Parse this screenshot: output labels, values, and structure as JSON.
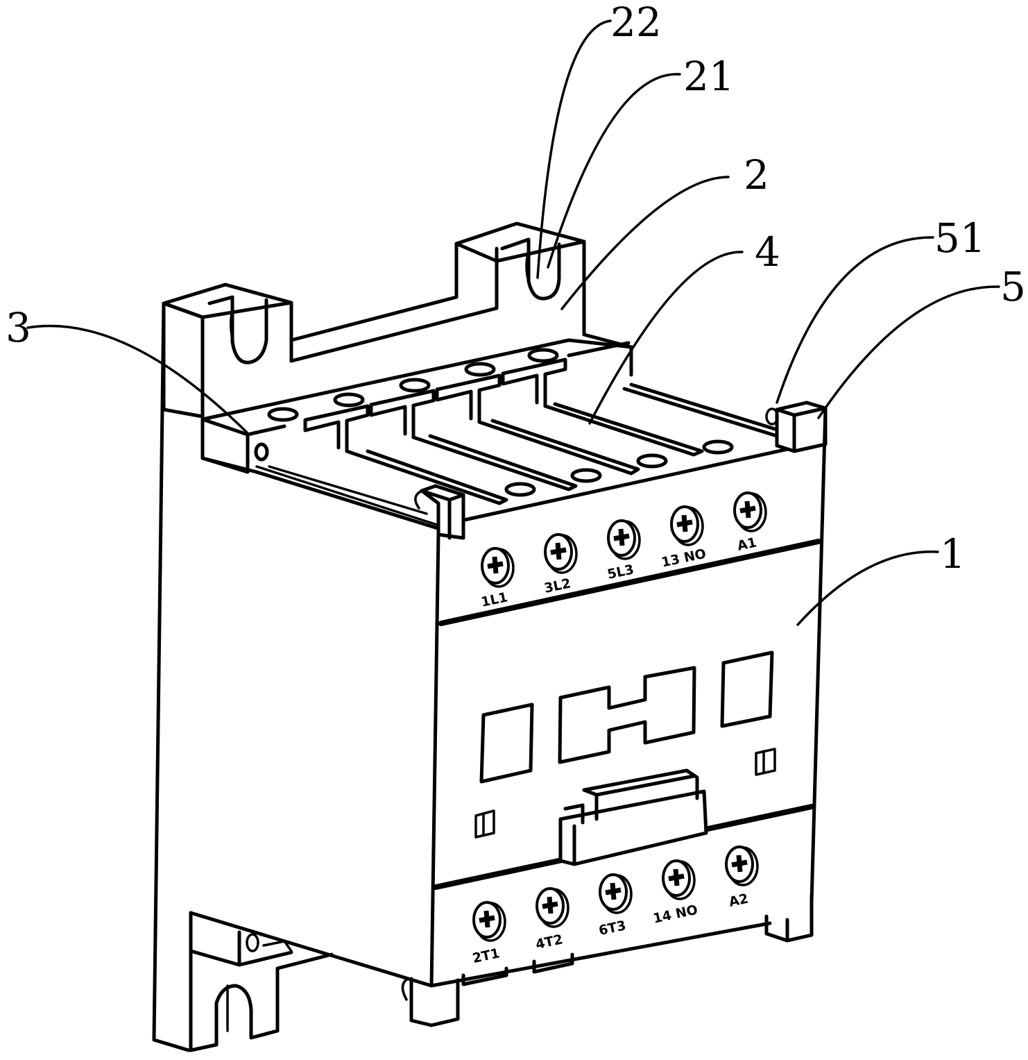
{
  "figure": {
    "subject": "AC contactor with mounting bracket and terminal cover",
    "line_color": "#000000",
    "background": "#ffffff"
  },
  "reference_labels": [
    {
      "id": "22",
      "text": "22",
      "part": "mounting slot"
    },
    {
      "id": "21",
      "text": "21",
      "part": "mounting hole"
    },
    {
      "id": "2",
      "text": "2",
      "part": "mounting bracket"
    },
    {
      "id": "4",
      "text": "4",
      "part": "guide groove"
    },
    {
      "id": "51",
      "text": "51",
      "part": "pin hole"
    },
    {
      "id": "5",
      "text": "5",
      "part": "side post"
    },
    {
      "id": "3",
      "text": "3",
      "part": "terminal cover"
    },
    {
      "id": "1",
      "text": "1",
      "part": "contactor body"
    }
  ],
  "top_terminals": [
    {
      "label": "1L1",
      "icon": "phillips-screw-icon"
    },
    {
      "label": "3L2",
      "icon": "phillips-screw-icon"
    },
    {
      "label": "5L3",
      "icon": "phillips-screw-icon"
    },
    {
      "label": "13 NO",
      "icon": "phillips-screw-icon"
    },
    {
      "label": "A1",
      "icon": "phillips-screw-icon"
    }
  ],
  "bottom_terminals": [
    {
      "label": "2T1",
      "icon": "phillips-screw-icon"
    },
    {
      "label": "4T2",
      "icon": "phillips-screw-icon"
    },
    {
      "label": "6T3",
      "icon": "phillips-screw-icon"
    },
    {
      "label": "14 NO",
      "icon": "phillips-screw-icon"
    },
    {
      "label": "A2",
      "icon": "phillips-screw-icon"
    }
  ]
}
